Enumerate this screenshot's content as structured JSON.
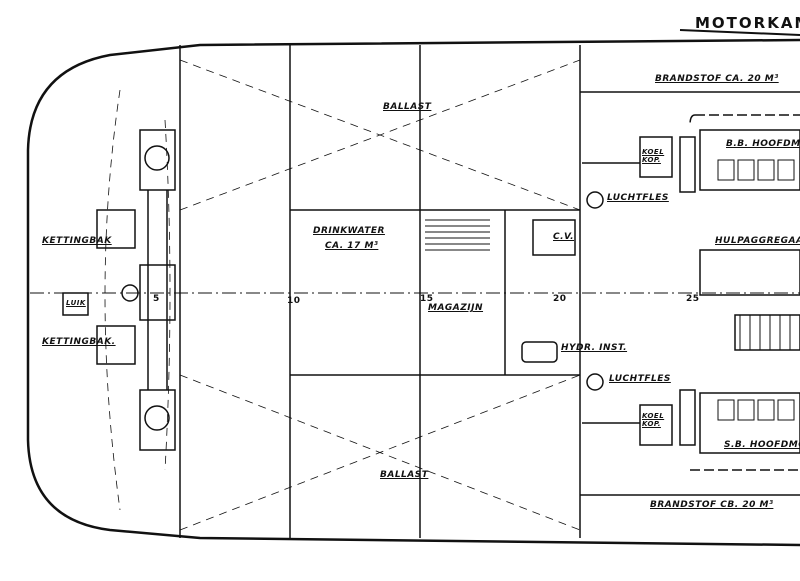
{
  "title": "MOTORKAM",
  "labels": {
    "fuel_top": "BRANDSTOF CA. 20 M³",
    "fuel_bottom": "BRANDSTOF CB. 20 M³",
    "ballast_top": "BALLAST",
    "ballast_bottom": "BALLAST",
    "drinkwater": "DRINKWATER",
    "drinkwater_volume": "CA. 17 M³",
    "magazijn": "MAGAZIJN",
    "cv": "C.V.",
    "hydr_inst": "HYDR. INST.",
    "luchtfles_top": "LUCHTFLES",
    "luchtfles_bottom": "LUCHTFLES",
    "kettingbak_top": "KETTINGBAK",
    "kettingbak_bottom": "KETTINGBAK.",
    "luik": "LUIK",
    "bb_hoofdmotor": "B.B. HOOFDMOT",
    "sb_hoofdmotor": "S.B. HOOFDMOT",
    "hulpaggregaat": "HULPAGGREGAAT",
    "koel_top": "KOEL KOP.",
    "koel_bottom": "KOEL KOP."
  },
  "frames": [
    "5",
    "10",
    "15",
    "20",
    "25"
  ]
}
